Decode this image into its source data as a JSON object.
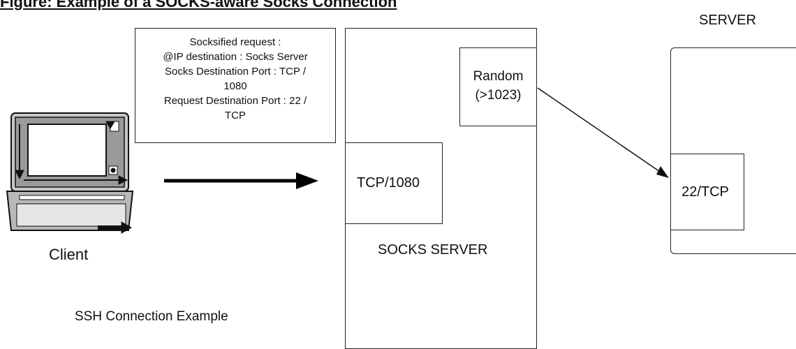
{
  "header": {
    "title": "Figure: Example of a SOCKS-aware Socks Connection"
  },
  "request_box": {
    "lines": [
      "Socksified request :",
      "@IP destination : Socks Server",
      "Socks Destination Port : TCP /",
      "1080",
      "Request Destination Port : 22 /",
      "TCP"
    ]
  },
  "client": {
    "label": "Client"
  },
  "caption": "SSH Connection Example",
  "socks_server": {
    "label": "SOCKS SERVER",
    "listen_port": "TCP/1080",
    "random_port_line1": "Random",
    "random_port_line2": "(>1023)"
  },
  "server": {
    "label": "SERVER",
    "port": "22/TCP"
  }
}
